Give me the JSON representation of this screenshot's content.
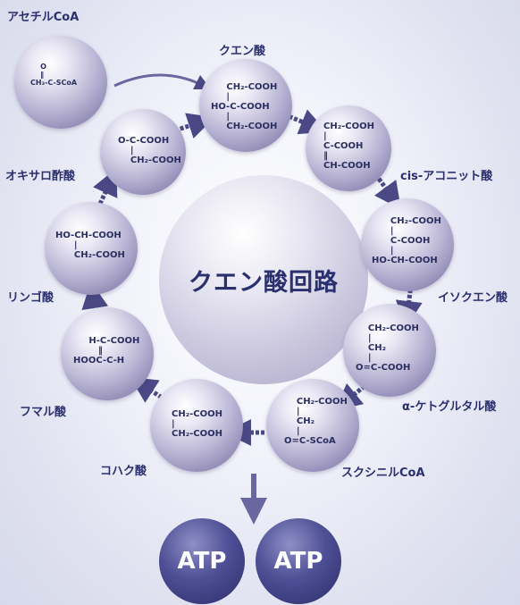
{
  "center_title": "クエン酸回路",
  "labels": {
    "acetyl_coa": "アセチルCoA",
    "citric_acid": "クエン酸",
    "cis_aconitic": "cis-アコニット酸",
    "isocitric": "イソクエン酸",
    "alpha_ketoglutaric": "α-ケトグルタル酸",
    "succinyl_coa": "スクシニルCoA",
    "succinic": "コハク酸",
    "fumaric": "フマル酸",
    "malic": "リンゴ酸",
    "oxaloacetic": "オキサロ酢酸"
  },
  "formulas": {
    "acetyl_coa": "    O\n    ‖\nCH₃-C-SCoA",
    "citric_acid": "     CH₂-COOH\n     |\nHO-C-COOH\n     |\n     CH₂-COOH",
    "cis_aconitic": "CH₂-COOH\n|\nC-COOH\n‖\nCH-COOH",
    "isocitric": "      CH₂-COOH\n      |\n      C-COOH\n      |\nHO-CH-COOH",
    "alpha_ketoglutaric": "    CH₂-COOH\n    |\n    CH₂\n    |\nO=C-COOH",
    "succinyl_coa": "    CH₂-COOH\n    |\n    CH₂\n    |\nO=C-SCoA",
    "succinic": "CH₂-COOH\n|\nCH₂-COOH",
    "fumaric": "     H-C-COOH\n        ‖\nHOOC-C-H",
    "malic": "HO-CH-COOH\n      |\n      CH₂-COOH",
    "oxaloacetic": "O-C-COOH\n    |\n    CH₂-COOH"
  },
  "atp": [
    "ATP",
    "ATP"
  ]
}
